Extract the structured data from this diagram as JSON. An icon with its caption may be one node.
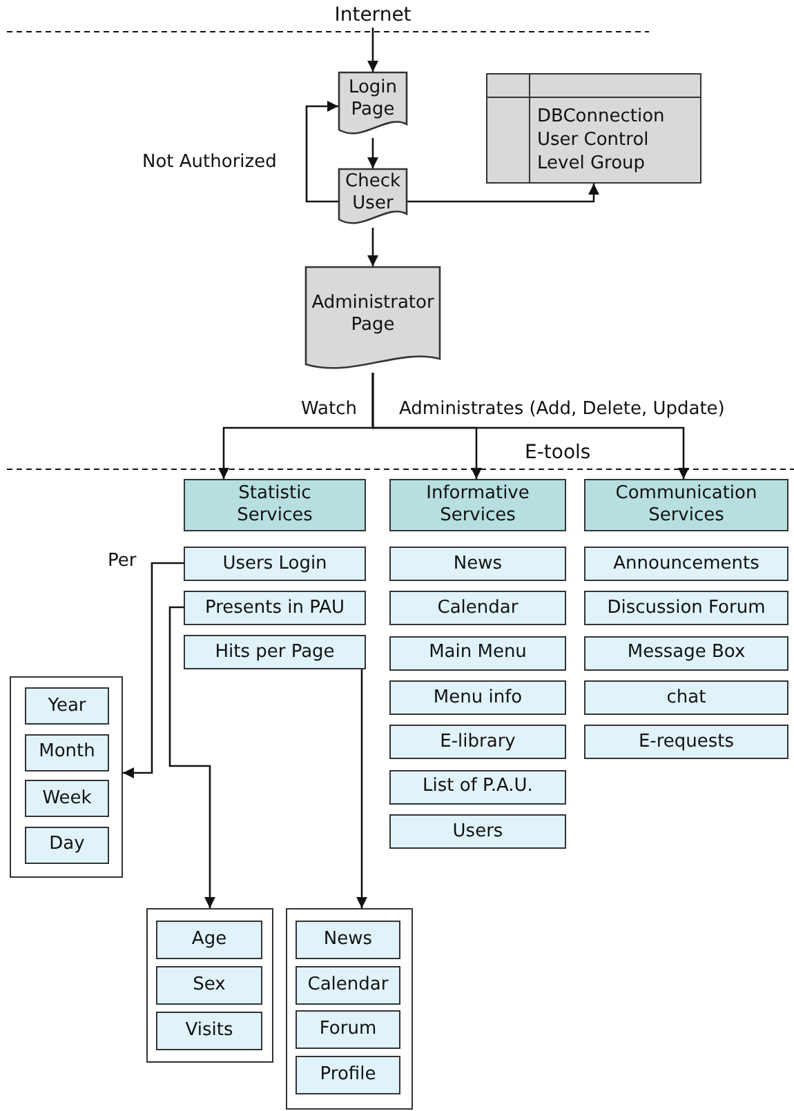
{
  "diagram": {
    "nodes": [
      {
        "text": [
          "Internet"
        ]
      },
      {
        "text": [
          "Login Page"
        ]
      },
      {
        "text": [
          "Check User"
        ]
      },
      {
        "text": [
          "DBConnection User Control Level Group"
        ]
      },
      {
        "text": [
          "Administrator Page"
        ]
      },
      {
        "text": [
          "Statistic Services"
        ]
      },
      {
        "text": [
          "Informative Services"
        ]
      },
      {
        "text": [
          "Communication Services"
        ]
      },
      {
        "text": [
          "Users Login"
        ]
      },
      {
        "text": [
          "Presents in PAU"
        ]
      },
      {
        "text": [
          "Hits per Page"
        ]
      },
      {
        "text": [
          "News"
        ]
      },
      {
        "text": [
          "Calendar"
        ]
      },
      {
        "text": [
          "Main Menu"
        ]
      },
      {
        "text": [
          "Menu info"
        ]
      },
      {
        "text": [
          "E-library"
        ]
      },
      {
        "text": [
          "List of P.A.U."
        ]
      },
      {
        "text": [
          "Users"
        ]
      },
      {
        "text": [
          "Announcements"
        ]
      },
      {
        "text": [
          "Discussion Forum"
        ]
      },
      {
        "text": [
          "Message Box"
        ]
      },
      {
        "text": [
          "chat"
        ]
      },
      {
        "text": [
          "E-requests"
        ]
      },
      {
        "text": [],
        "shape": "box"
      },
      {
        "text": [
          "Year"
        ],
        "in": 23
      },
      {
        "text": [
          "Month"
        ],
        "in": 23
      },
      {
        "text": [
          "Week"
        ],
        "in": 23
      },
      {
        "text": [
          "Day"
        ],
        "in": 23
      },
      {
        "text": [],
        "shape": "box"
      },
      {
        "text": [
          "Age"
        ],
        "in": 28
      },
      {
        "text": [
          "Sex"
        ],
        "in": 28
      },
      {
        "text": [
          "Visits"
        ],
        "in": 28
      },
      {
        "text": [],
        "shape": "box"
      },
      {
        "text": [
          "News"
        ],
        "in": 32
      },
      {
        "text": [
          "Calendar"
        ],
        "in": 32
      },
      {
        "text": [
          "Forum"
        ],
        "in": 32
      },
      {
        "text": [
          "Profile"
        ],
        "in": 32
      }
    ],
    "edges": [
      {
        "from": 0,
        "to": 1,
        "arrow": "to"
      },
      {
        "from": 1,
        "to": 2,
        "arrow": "to"
      },
      {
        "from": 2,
        "to": 1,
        "arrow": "to",
        "label": "Not Authorized"
      },
      {
        "from": 2,
        "to": 3,
        "arrow": "to"
      },
      {
        "from": 2,
        "to": 4,
        "arrow": "to"
      },
      {
        "from": 4,
        "to": 5,
        "arrow": "to",
        "label": "Watch"
      },
      {
        "from": 4,
        "to": 6,
        "arrow": "to",
        "label": "Administrates (Add, Delete, Update)"
      },
      {
        "from": 4,
        "to": 7,
        "arrow": "to"
      },
      {
        "from": 8,
        "to": 23,
        "arrow": "to",
        "label": "Per"
      },
      {
        "from": 9,
        "to": 28,
        "arrow": "to"
      },
      {
        "from": 10,
        "to": 32,
        "arrow": "to"
      }
    ],
    "labels": [
      "E-tools"
    ]
  }
}
